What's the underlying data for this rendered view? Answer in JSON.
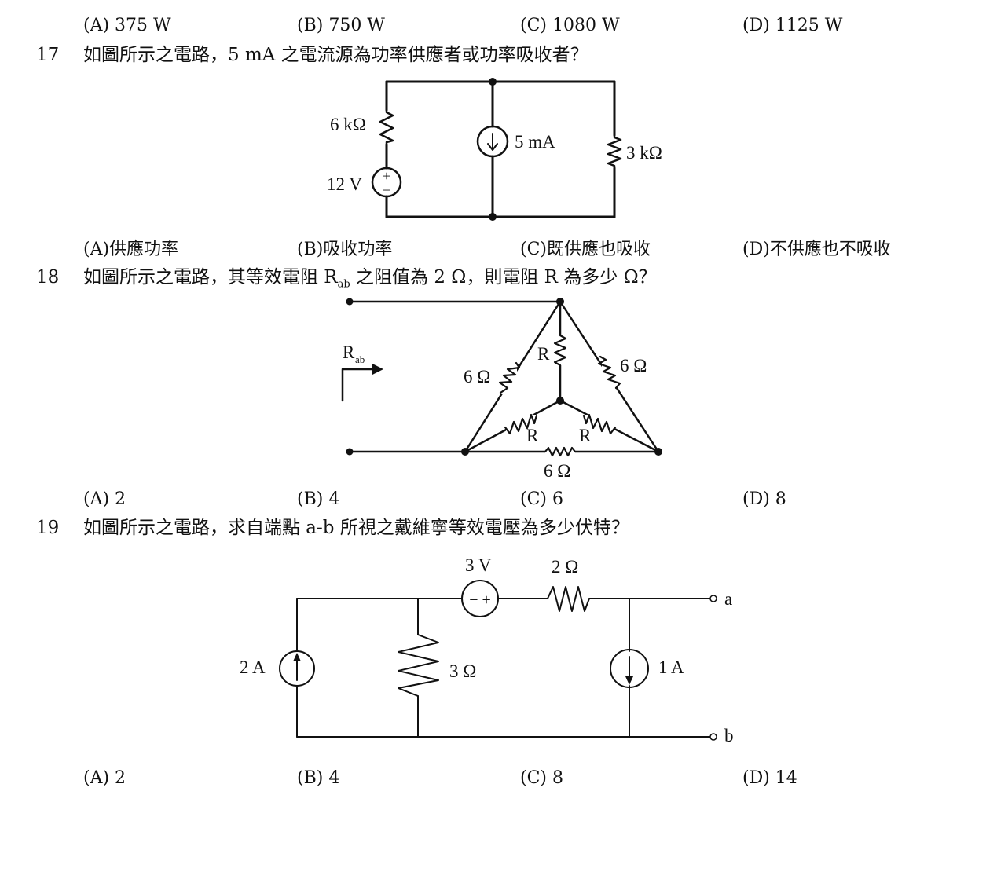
{
  "q16": {
    "options": [
      "(A) 375 W",
      "(B) 750 W",
      "(C) 1080 W",
      "(D) 1125 W"
    ]
  },
  "q17": {
    "number": "17",
    "text": "如圖所示之電路，5 mA 之電流源為功率供應者或功率吸收者？",
    "circuit": {
      "r1": "6 kΩ",
      "v1": "12 V",
      "plus": "+",
      "minus": "−",
      "i1": "5 mA",
      "r2": "3 kΩ"
    },
    "options": [
      "(A)供應功率",
      "(B)吸收功率",
      "(C)既供應也吸收",
      "(D)不供應也不吸收"
    ]
  },
  "q18": {
    "number": "18",
    "text_before": "如圖所示之電路，其等效電阻 R",
    "text_sub": "ab",
    "text_after": " 之阻值為 2 Ω，則電阻 R 為多少 Ω？",
    "circuit": {
      "rab": "R",
      "rab_sub": "ab",
      "r6_left": "6 Ω",
      "r6_right": "6 Ω",
      "r6_bottom": "6 Ω",
      "r_top": "R",
      "r_left": "R",
      "r_right": "R"
    },
    "options": [
      "(A) 2",
      "(B) 4",
      "(C) 6",
      "(D) 8"
    ]
  },
  "q19": {
    "number": "19",
    "text": "如圖所示之電路，求自端點 a-b 所視之戴維寧等效電壓為多少伏特？",
    "circuit": {
      "v": "3 V",
      "vsign": "− +",
      "r2": "2 Ω",
      "a": "a",
      "b": "b",
      "i2": "2 A",
      "r3": "3 Ω",
      "i1": "1 A"
    },
    "options": [
      "(A) 2",
      "(B) 4",
      "(C) 8",
      "(D) 14"
    ]
  }
}
